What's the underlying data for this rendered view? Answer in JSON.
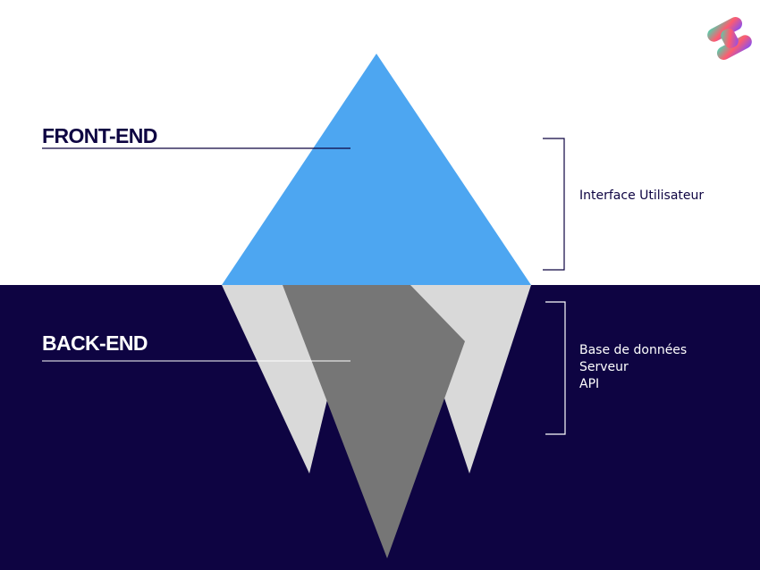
{
  "colors": {
    "background_top": "#ffffff",
    "background_bottom": "#0e0442",
    "iceberg_tip": "#4da6f1",
    "iceberg_light": "#d9d9d9",
    "iceberg_dark": "#767676",
    "label_top": "#0e0442",
    "label_bottom": "#ffffff",
    "leader_top": "#0e0442",
    "leader_bottom": "#ffffff",
    "bracket_top": "#0e0442",
    "bracket_bottom": "#ffffff",
    "logo_gradient": [
      "#3be0b4",
      "#ff5c6e",
      "#7b4dff"
    ]
  },
  "logo": {
    "icon": "s-logo-icon"
  },
  "front_end": {
    "label": "FRONT-END",
    "items": [
      "Interface Utilisateur"
    ]
  },
  "back_end": {
    "label": "BACK-END",
    "items": [
      "Base de données",
      "Serveur",
      "API"
    ]
  }
}
